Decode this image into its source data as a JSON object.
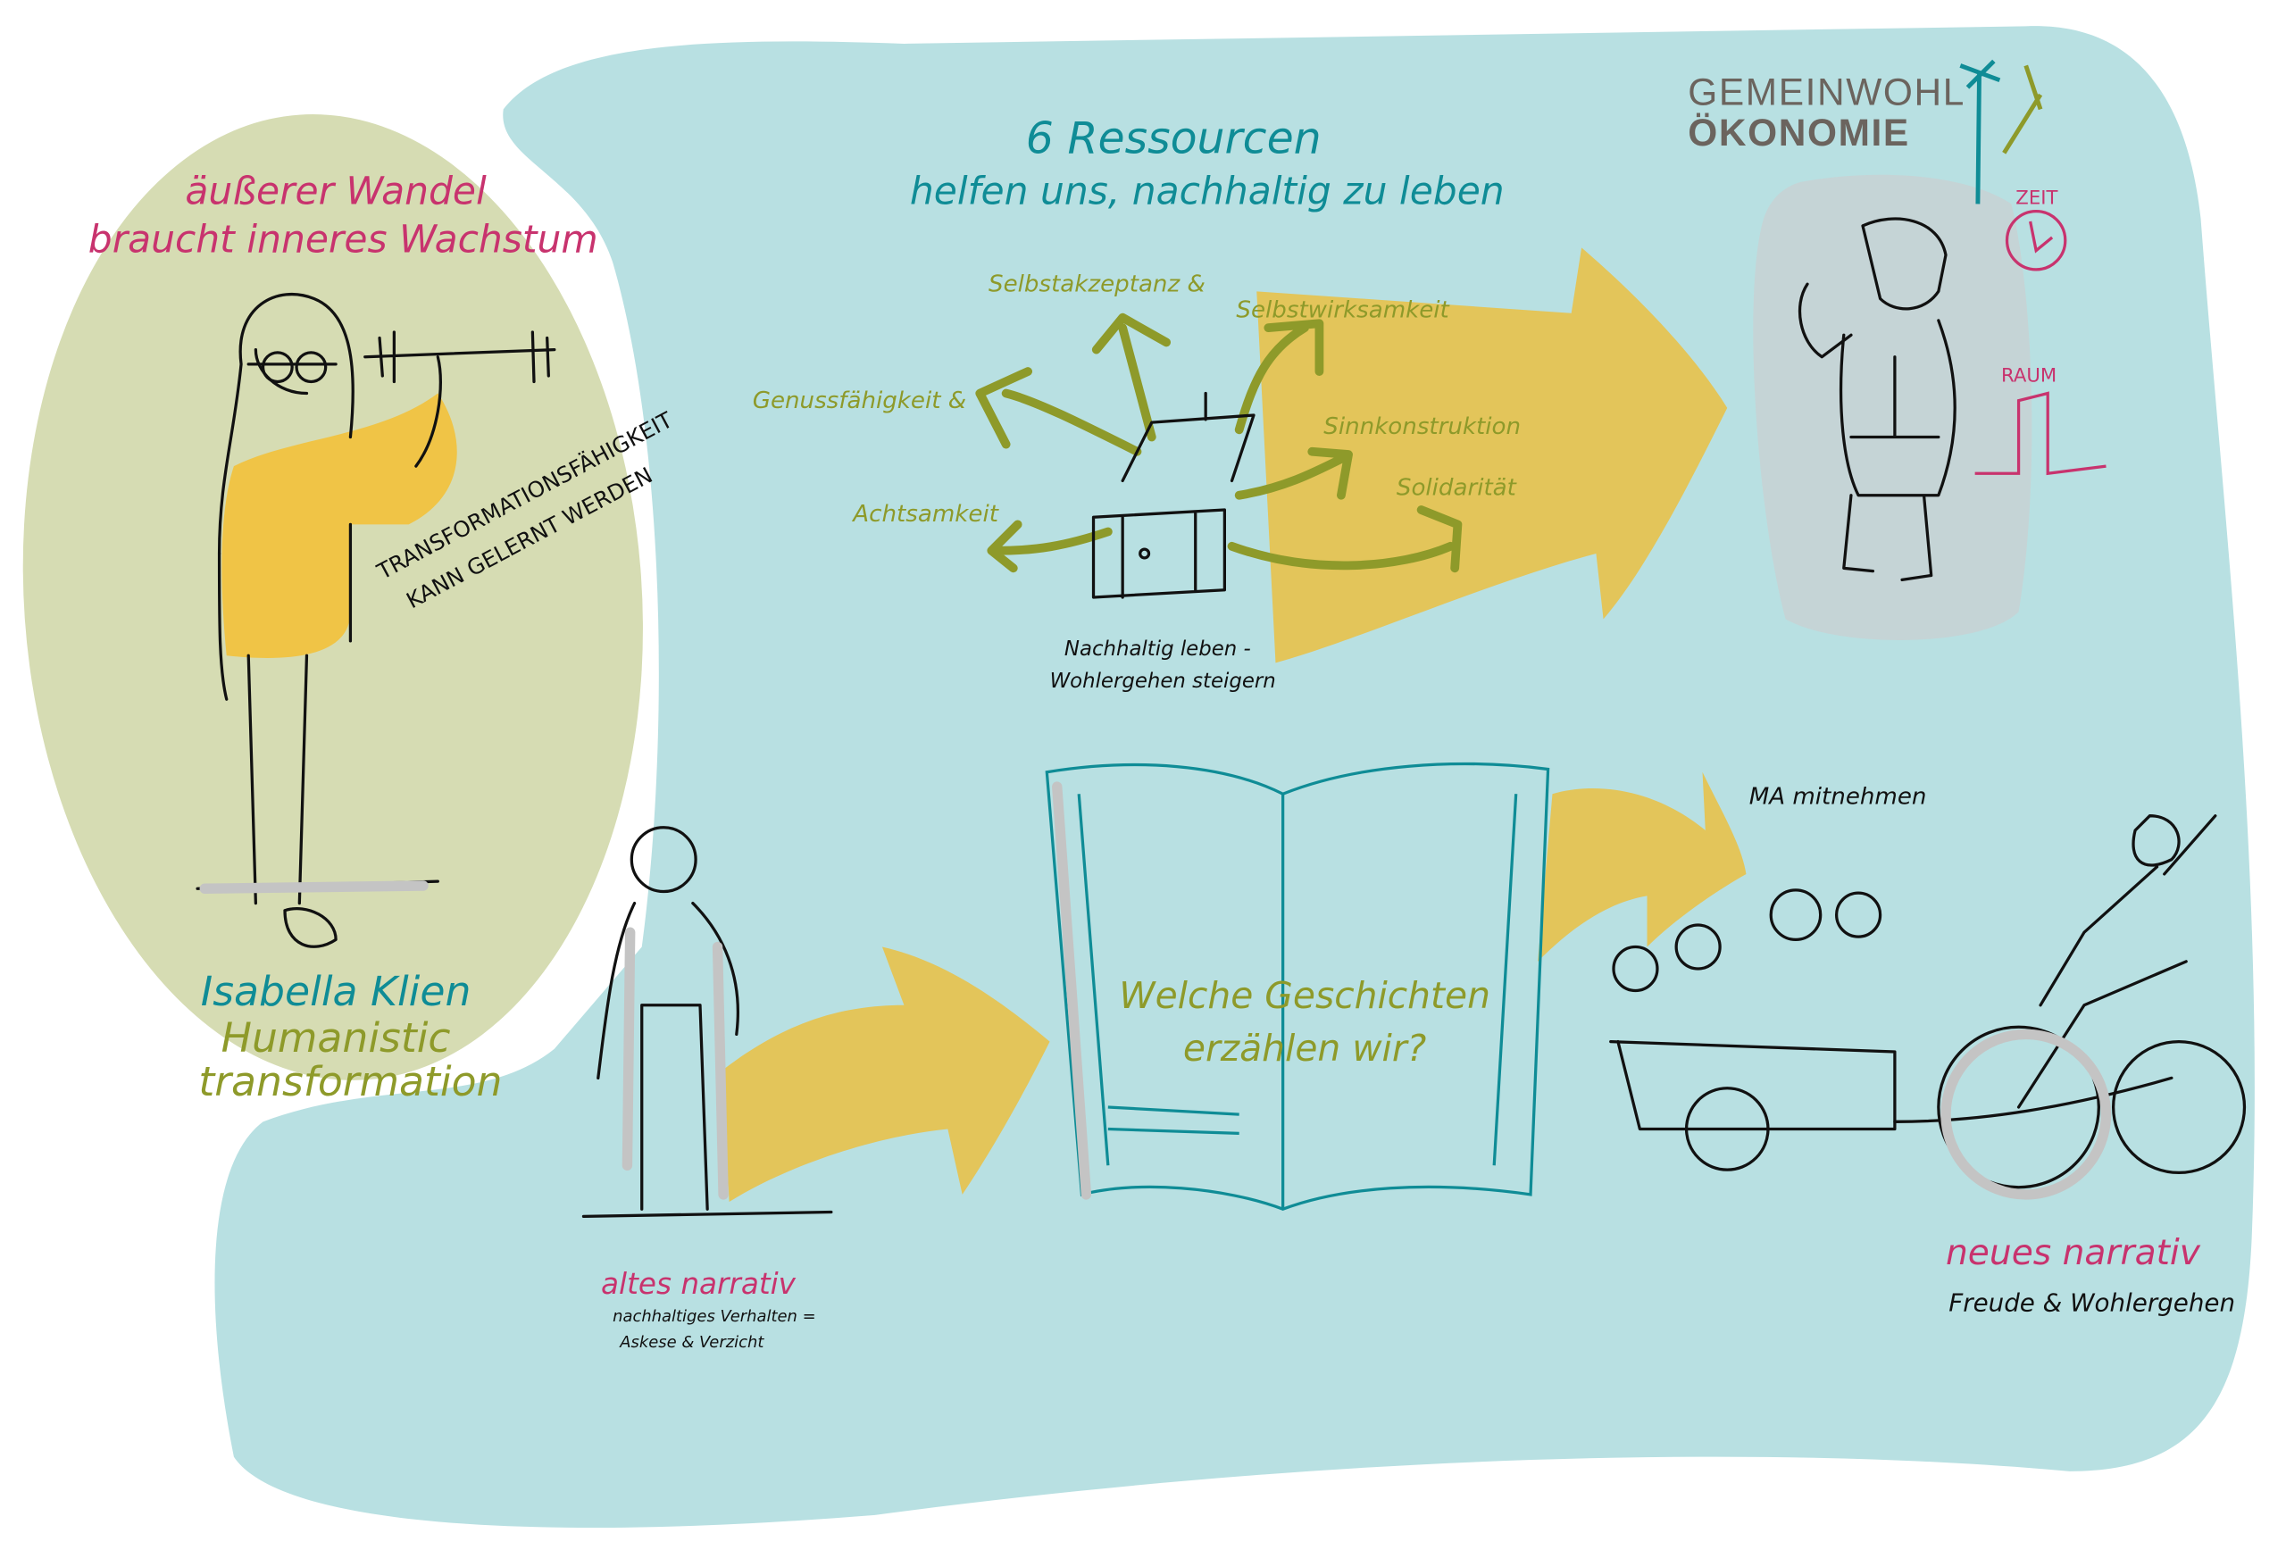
{
  "colors": {
    "background_blue": "#b8e0e2",
    "circle_green": "#d6dcb3",
    "arrow_yellow": "#e3c55a",
    "highlight_grey": "#c5d4d6",
    "pink": "#c8336e",
    "teal": "#0f8c96",
    "olive": "#8e9a2a"
  },
  "left_panel": {
    "headline_line1": "äußerer Wandel",
    "headline_line2": "braucht inneres Wachstum",
    "note_line1": "TRANSFORMATIONSFÄHIGKEIT",
    "note_line2": "KANN GELERNT WERDEN",
    "speaker_name": "Isabella Klien",
    "speaker_org_line1": "Humanistic",
    "speaker_org_line2": "transformation"
  },
  "logo": {
    "line1": "GEMEINWOHL",
    "line2": "ÖKONOMIE"
  },
  "resources": {
    "title_line1": "6 Ressourcen",
    "title_line2": "helfen uns, nachhaltig zu leben",
    "items": [
      "Selbstakzeptanz &",
      "Selbstwirksamkeit",
      "Genussfähigkeit &",
      "Sinnkonstruktion",
      "Achtsamkeit",
      "Solidarität"
    ],
    "caption_line1": "Nachhaltig leben -",
    "caption_line2": "Wohlergehen steigern"
  },
  "strongman": {
    "time_label": "ZEIT",
    "space_label": "RAUM"
  },
  "book": {
    "line1": "Welche Geschichten",
    "line2": "erzählen wir?"
  },
  "old_narrative": {
    "title": "altes narrativ",
    "line1": "nachhaltiges Verhalten =",
    "line2": "Askese & Verzicht"
  },
  "new_narrative": {
    "team_label": "MA mitnehmen",
    "title": "neues narrativ",
    "subtitle": "Freude & Wohlergehen"
  }
}
